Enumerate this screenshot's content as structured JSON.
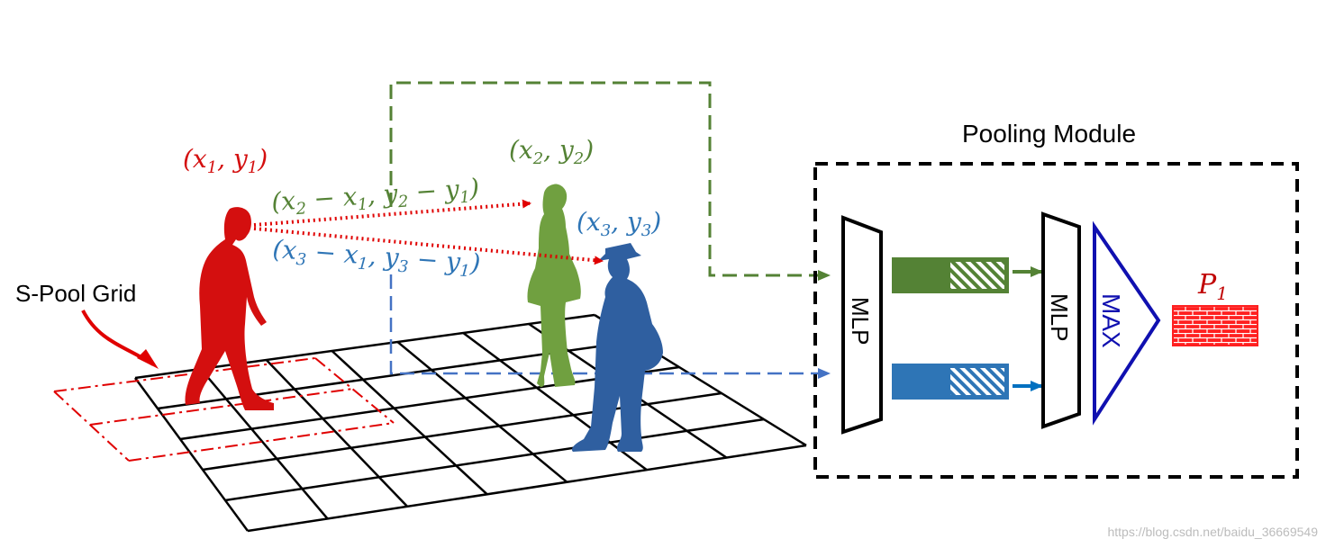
{
  "labels": {
    "s_pool_grid": "S-Pool Grid",
    "pooling_module": "Pooling Module",
    "mlp_first": "MLP",
    "mlp_second": "MLP",
    "max": "MAX",
    "watermark": "https://blog.csdn.net/baidu_36669549"
  },
  "math": {
    "p1": {
      "base": "(x",
      "s1": "1",
      "mid": ", y",
      "s2": "1",
      "end": ")"
    },
    "p2": {
      "base": "(x",
      "s1": "2",
      "mid": ", y",
      "s2": "2",
      "end": ")"
    },
    "p3": {
      "base": "(x",
      "s1": "3",
      "mid": ", y",
      "s2": "3",
      "end": ")"
    },
    "rel2": {
      "a": "(x",
      "a1": "2",
      "b": " − x",
      "b1": "1",
      "c": ", y",
      "c1": "2",
      "d": " − y",
      "d1": "1",
      "e": ")"
    },
    "rel3": {
      "a": "(x",
      "a1": "3",
      "b": " − x",
      "b1": "1",
      "c": ", y",
      "c1": "3",
      "d": " − y",
      "d1": "1",
      "e": ")"
    },
    "out": {
      "base": "P",
      "sub": "1"
    }
  },
  "colors": {
    "red": "#d40f0f",
    "green": "#548235",
    "blue": "#2e75b6",
    "dark_blue": "#2f5597",
    "max_blue": "#1010b0",
    "black": "#000000"
  }
}
